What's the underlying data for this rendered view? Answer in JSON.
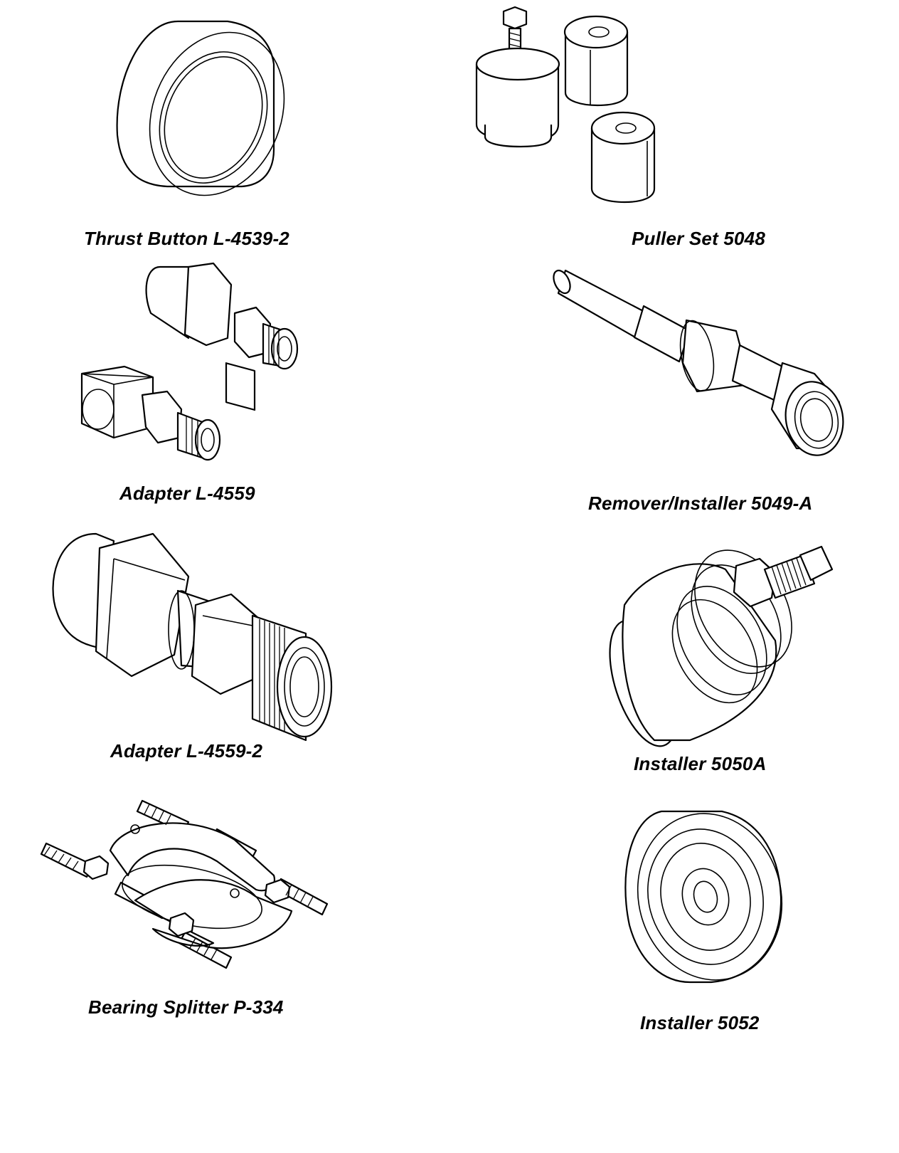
{
  "diagram": {
    "tools": [
      {
        "id": "thrust-button",
        "label": "Thrust Button L-4539-2"
      },
      {
        "id": "puller-set",
        "label": "Puller Set 5048"
      },
      {
        "id": "adapter",
        "label": "Adapter L-4559"
      },
      {
        "id": "remover-installer",
        "label": "Remover/Installer 5049-A"
      },
      {
        "id": "adapter-2",
        "label": "Adapter L-4559-2"
      },
      {
        "id": "installer-5050a",
        "label": "Installer 5050A"
      },
      {
        "id": "bearing-splitter",
        "label": "Bearing Splitter P-334"
      },
      {
        "id": "installer-5052",
        "label": "Installer 5052"
      }
    ]
  }
}
